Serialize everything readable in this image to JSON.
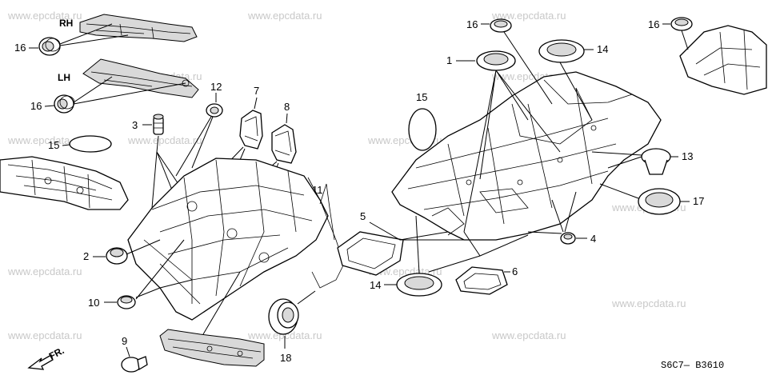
{
  "watermark": "www.epcdata.ru",
  "side_labels": {
    "rh": "RH",
    "lh": "LH"
  },
  "front_arrow": "FR.",
  "diagram_code": "S6C7— B3610",
  "callouts": {
    "c16a": "16",
    "c16b": "16",
    "c16c": "16",
    "c16d": "16",
    "c15a": "15",
    "c15b": "15",
    "c3": "3",
    "c12": "12",
    "c7": "7",
    "c8": "8",
    "c11": "11",
    "c2": "2",
    "c10": "10",
    "c9": "9",
    "c18": "18",
    "c1": "1",
    "c14a": "14",
    "c14b": "14",
    "c13": "13",
    "c17": "17",
    "c5": "5",
    "c4": "4",
    "c6": "6"
  }
}
